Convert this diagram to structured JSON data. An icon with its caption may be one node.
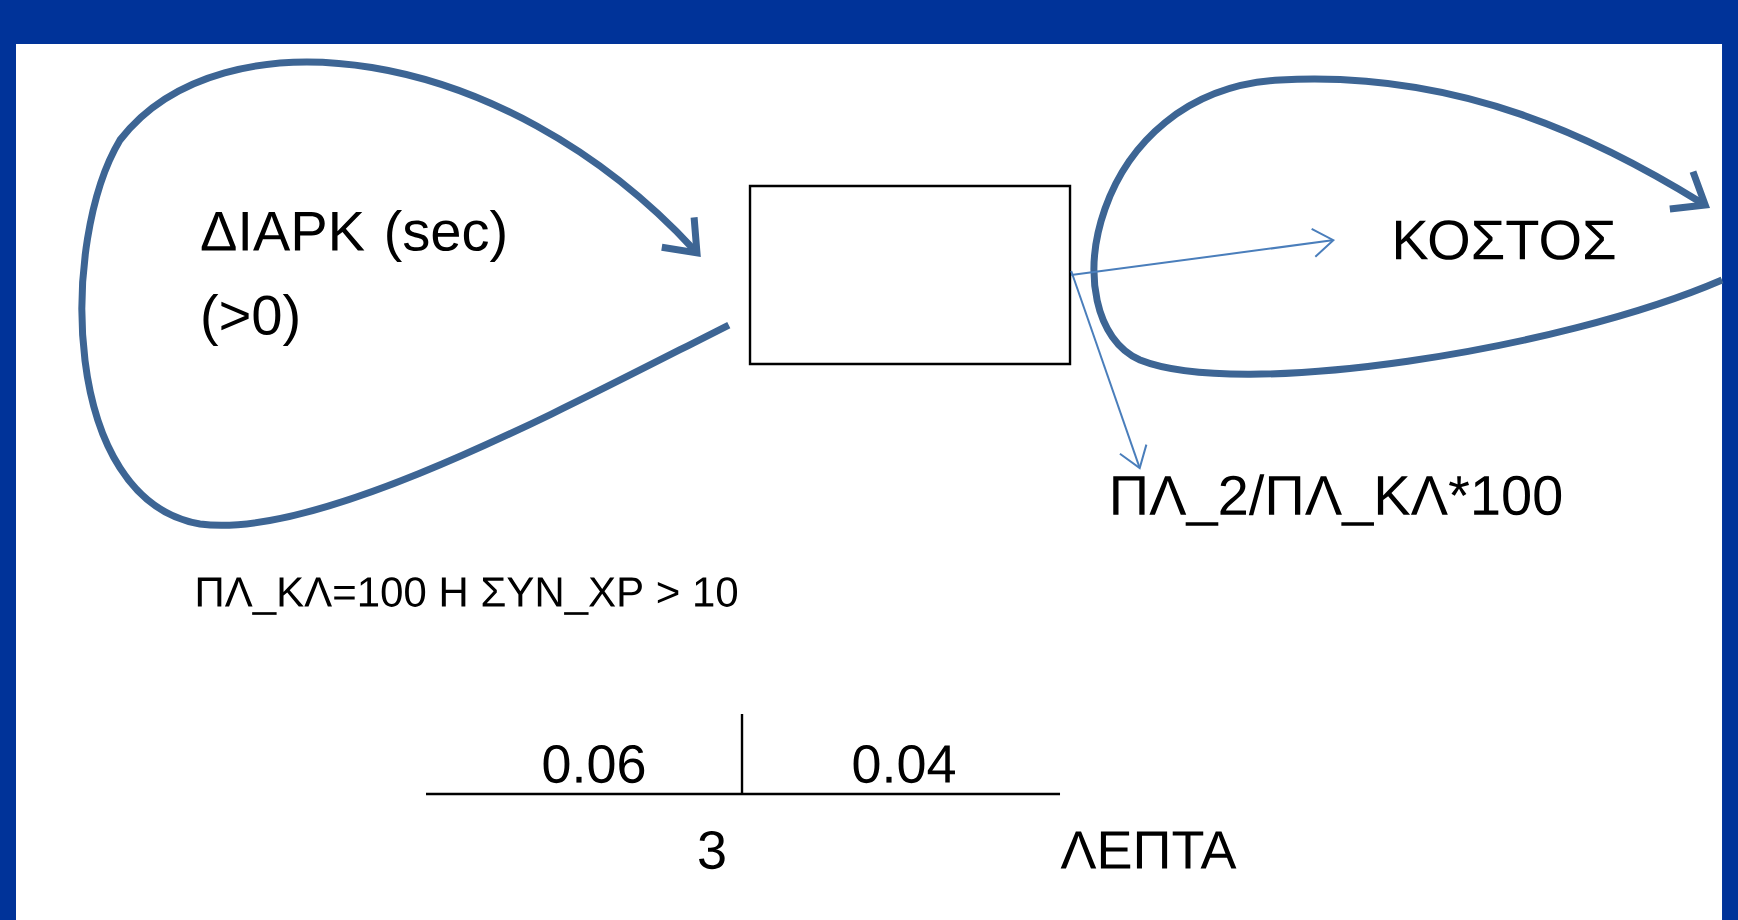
{
  "diagram": {
    "nodes": [
      {
        "text": [],
        "shape": "box"
      },
      {
        "text": [
          "ΔΙΑΡΚ (sec) (>0)"
        ]
      },
      {
        "text": [
          "ΚΟΣΤΟΣ"
        ]
      },
      {
        "text": [
          "ΠΛ_2/ΠΛ_ΚΛ*100"
        ]
      }
    ],
    "edges": [
      {
        "from": 0,
        "to": 0,
        "arrow": "to",
        "style": "thick",
        "color": "#3d6594"
      },
      {
        "from": 0,
        "to": 2,
        "arrow": "to"
      },
      {
        "from": 0,
        "to": 3,
        "arrow": "to"
      }
    ],
    "labels": [
      "ΠΛ_ΚΛ=100 Η ΣΥΝ_ΧΡ > 10",
      "0.06",
      "0.04",
      "3",
      "ΛΕΠΤΑ"
    ]
  }
}
